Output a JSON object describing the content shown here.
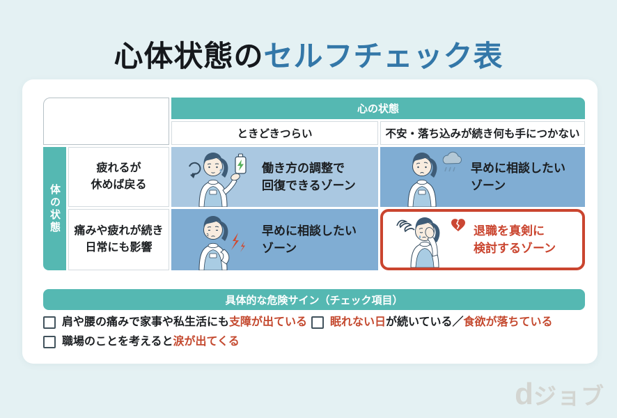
{
  "page": {
    "title": {
      "prefix": "心体状態の",
      "highlight": "セルフチェック表"
    }
  },
  "colors": {
    "background": "#e4f1f3",
    "teal_accent": "#55b8b2",
    "title_blue": "#3377a8",
    "cell_light_blue": "#aac8e1",
    "cell_medium_blue": "#80add3",
    "danger_red": "#ca452f",
    "checklist_red": "#c4492f",
    "logo_gray": "#d3d5d1"
  },
  "matrix": {
    "column_axis_label": "心の状態",
    "row_axis_label": "体の状態",
    "column_headers": [
      "ときどきつらい",
      "不安・落ち込みが続き何も手につかない"
    ],
    "row_headers": [
      [
        "疲れるが",
        "休めば戻る"
      ],
      [
        "痛みや疲れが続き",
        "日常にも影響"
      ]
    ],
    "cells": [
      {
        "zone_lines": [
          "働き方の調整で",
          "回復できるゾーン"
        ],
        "severity": "low",
        "illustration": "worker-tired-with-battery-icon"
      },
      {
        "zone_lines": [
          "早めに相談したい",
          "ゾーン"
        ],
        "severity": "medium",
        "illustration": "worker-sad-rain-cloud-icon"
      },
      {
        "zone_lines": [
          "早めに相談したい",
          "ゾーン"
        ],
        "severity": "medium",
        "illustration": "worker-back-pain-icon"
      },
      {
        "zone_lines": [
          "退職を真剣に",
          "検討するゾーン"
        ],
        "severity": "high",
        "illustration": "worker-crying-broken-heart-icon"
      }
    ]
  },
  "danger": {
    "heading": "具体的な危険サイン（チェック項目）",
    "items": [
      {
        "segments": [
          {
            "text": "肩や腰の痛みで家事や私生活にも",
            "color": "default"
          },
          {
            "text": "支障が出ている",
            "color": "red"
          }
        ]
      },
      {
        "segments": [
          {
            "text": "眠れない日",
            "color": "red"
          },
          {
            "text": "が続いている／",
            "color": "default"
          },
          {
            "text": "食欲が落ちている",
            "color": "red"
          }
        ]
      },
      {
        "segments": [
          {
            "text": "職場のことを考えると",
            "color": "default"
          },
          {
            "text": "涙が出てくる",
            "color": "red"
          }
        ]
      }
    ]
  },
  "logo": {
    "mark": "d",
    "label": "ジョブ"
  }
}
